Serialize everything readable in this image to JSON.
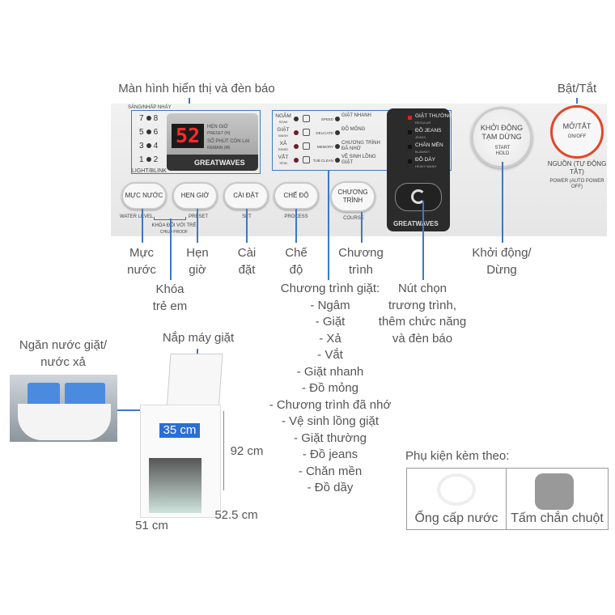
{
  "callouts": {
    "display": "Màn hình hiển thị và đèn báo",
    "power": "Bật/Tắt",
    "water_level": [
      "Mực",
      "nước"
    ],
    "child_lock": [
      "Khóa",
      "trẻ em"
    ],
    "preset": [
      "Hẹn",
      "giờ"
    ],
    "set": [
      "Cài",
      "đặt"
    ],
    "process": [
      "Chế",
      "độ"
    ],
    "course": [
      "Chương",
      "trình"
    ],
    "start": [
      "Khởi động/",
      "Dừng"
    ],
    "programs_title": "Chương trình giặt:",
    "programs": [
      "- Ngâm",
      "- Giặt",
      "- Xả",
      "- Vắt",
      "- Giặt nhanh",
      "- Đồ mỏng",
      "- Chương trình đã nhớ",
      "- Vệ sinh lồng giặt",
      "- Giặt thường",
      "- Đồ jeans",
      "- Chăn mền",
      "- Đồ dầy"
    ],
    "selector": [
      "Nút chọn",
      "trương trình,",
      "thêm chức năng",
      "và đèn báo"
    ],
    "dispenser": [
      "Ngăn nước giặt/",
      "nước xả"
    ],
    "lid": "Nắp máy giặt"
  },
  "panel": {
    "light_blink_top": "SÁNG/NHẤP NHÁY",
    "light_blink_bottom": "LIGHT/BLINK",
    "led_numbers": [
      [
        "7",
        "8"
      ],
      [
        "5",
        "6"
      ],
      [
        "3",
        "4"
      ],
      [
        "1",
        "2"
      ]
    ],
    "display_value": "52",
    "preset_label": "HẸN GIỜ",
    "preset_sub": "PRESET (H)",
    "remain_label": "SỐ PHÚT CÒN LẠI",
    "remain_sub": "REMAIN (M)",
    "brand": "GREATWAVES",
    "process_items": [
      {
        "vi": "NGÂM",
        "en": "SOAK"
      },
      {
        "vi": "GIẶT",
        "en": "WASH"
      },
      {
        "vi": "XẢ",
        "en": "RINSE"
      },
      {
        "vi": "VẮT",
        "en": "SPIN"
      }
    ],
    "options": [
      {
        "en": "SPEED",
        "vi": "GIẶT NHANH"
      },
      {
        "en": "DELICATE",
        "vi": "ĐỒ MỎNG"
      },
      {
        "en": "MEMORY",
        "vi": "CHƯƠNG TRÌNH ĐÃ NHỚ"
      },
      {
        "en": "TUB CLEAN",
        "vi": "VỆ SINH LỒNG GIẶT"
      }
    ],
    "courses": [
      {
        "vi": "GIẶT THƯỜNG",
        "en": "REGULAR"
      },
      {
        "vi": "ĐỒ JEANS",
        "en": "JEANS"
      },
      {
        "vi": "CHĂN MỀN",
        "en": "BLANKET"
      },
      {
        "vi": "ĐỒ DÀY",
        "en": "HEAVY WASH"
      }
    ],
    "buttons": [
      {
        "label": "MỰC NƯỚC",
        "sub": "WATER LEVEL"
      },
      {
        "label": "HẸN GIỜ",
        "sub": "PRESET"
      },
      {
        "label": "CÀI ĐẶT",
        "sub": "SET"
      },
      {
        "label": "CHẾ ĐỘ",
        "sub": "PROCESS"
      },
      {
        "label": "CHƯƠNG TRÌNH",
        "sub": "COURSE"
      }
    ],
    "child_lock_vi": "KHÓA ĐỐI VỚI TRẺ",
    "child_lock_en": "CHILD PROOF",
    "start_vi": "KHỞI ĐỘNG TẠM DỪNG",
    "start_en": "START HOLD",
    "power_vi": "MỞ/TẮT",
    "power_en": "ON/OFF",
    "power_note_vi": "NGUỒN (TỰ ĐỘNG TẮT)",
    "power_note_en": "POWER (AUTO POWER OFF)"
  },
  "dimensions": {
    "height": "92 cm",
    "depth": "52.5 cm",
    "width": "51 cm",
    "drum": "35 cm"
  },
  "accessories": {
    "title": "Phụ kiện kèm theo:",
    "items": [
      "Ống cấp nước",
      "Tấm chắn chuột"
    ]
  },
  "colors": {
    "callout_line": "#3d78c4",
    "power_ring": "#e0472a",
    "display_digits": "#ff2a2a"
  }
}
